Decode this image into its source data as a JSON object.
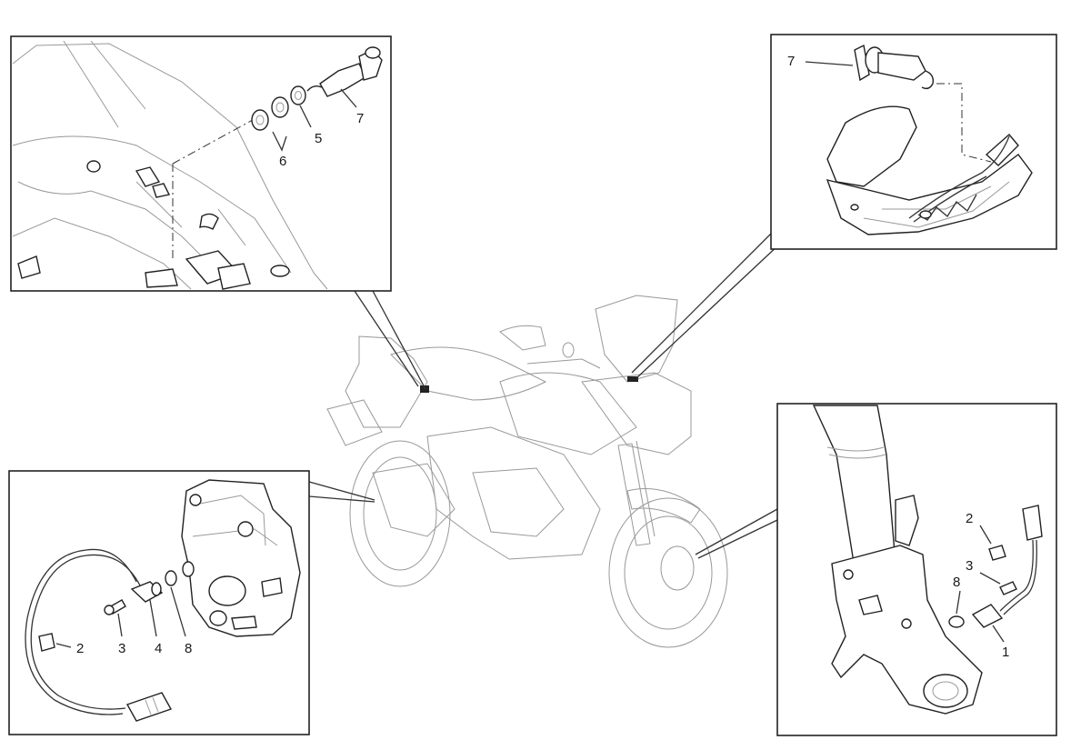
{
  "detail_top_left": {
    "callouts": [
      "7",
      "5",
      "6"
    ]
  },
  "detail_top_right": {
    "callouts": [
      "7"
    ]
  },
  "detail_bottom_left": {
    "callouts": [
      "2",
      "3",
      "4",
      "8"
    ]
  },
  "detail_bottom_right": {
    "callouts": [
      "2",
      "3",
      "8",
      "1"
    ]
  }
}
